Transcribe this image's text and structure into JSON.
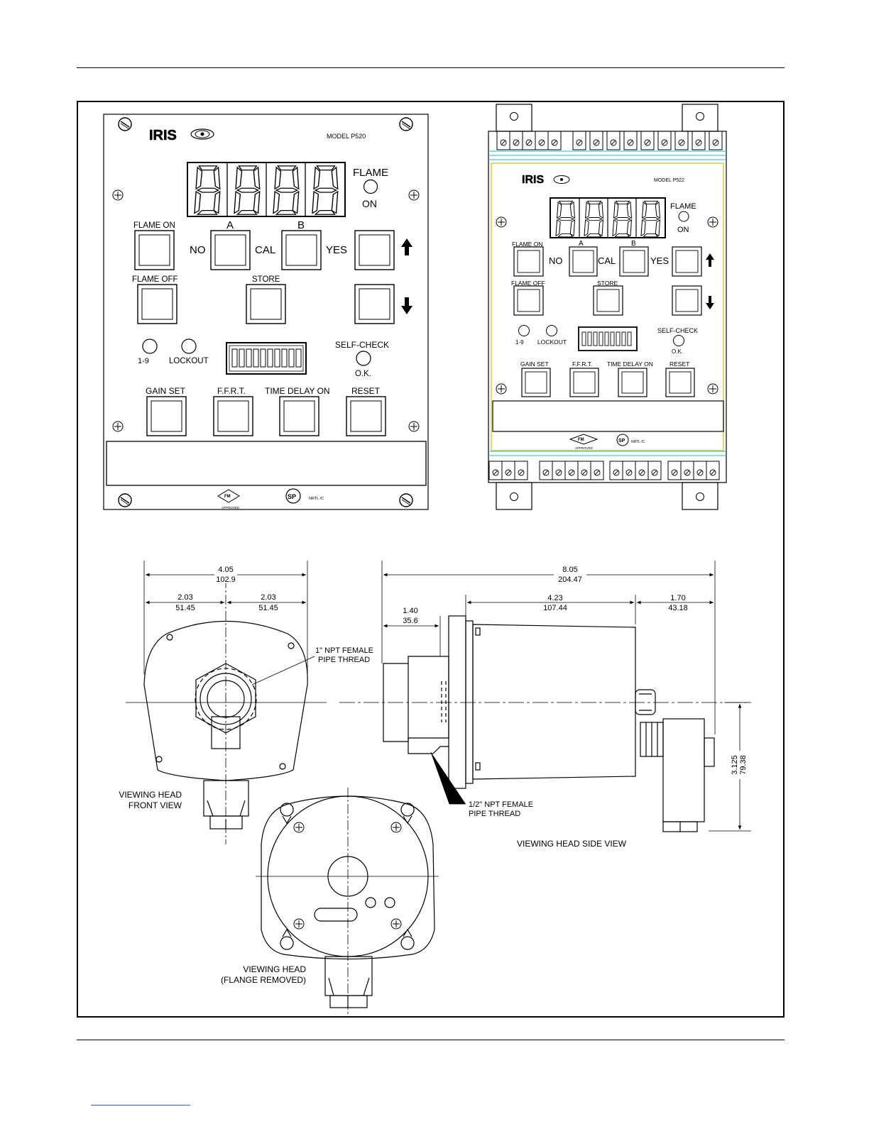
{
  "p520": {
    "brand": "IRIS",
    "model": "MODEL P520",
    "flame": "FLAME",
    "on": "ON",
    "flame_on": "FLAME ON",
    "a": "A",
    "b": "B",
    "no": "NO",
    "cal": "CAL",
    "yes": "YES",
    "flame_off": "FLAME OFF",
    "store": "STORE",
    "one_nine": "1-9",
    "lockout": "LOCKOUT",
    "self_check": "SELF-CHECK",
    "ok": "O.K.",
    "gain_set": "GAIN SET",
    "ffrt": "F.F.R.T.",
    "time_delay_on": "TIME DELAY ON",
    "reset": "RESET",
    "approved": "APPROVED",
    "nrtl": "NRTL /C"
  },
  "p522": {
    "brand": "IRIS",
    "model": "MODEL P522",
    "flame": "FLAME",
    "on": "ON",
    "flame_on": "FLAME ON",
    "a": "A",
    "b": "B",
    "no": "NO",
    "cal": "CAL",
    "yes": "YES",
    "flame_off": "FLAME OFF",
    "store": "STORE",
    "one_nine": "1-9",
    "lockout": "LOCKOUT",
    "self_check": "SELF-CHECK",
    "ok": "O.K.",
    "gain_set": "GAIN SET",
    "ffrt": "F.F.R.T.",
    "time_delay_on": "TIME DELAY ON",
    "reset": "RESET",
    "approved": "APPROVED",
    "nrtl": "NRTL /C"
  },
  "dimensions": {
    "overall_width_in": "4.05",
    "overall_width_mm": "102.9",
    "half_left_in": "2.03",
    "half_left_mm": "51.45",
    "half_right_in": "2.03",
    "half_right_mm": "51.45",
    "side_length_in": "8.05",
    "side_length_mm": "204.47",
    "body_length_in": "4.23",
    "body_length_mm": "107.44",
    "connector_in": "1.70",
    "connector_mm": "43.18",
    "nose_in": "1.40",
    "nose_mm": "35.6",
    "height_in": "3.125",
    "height_mm": "79.38"
  },
  "notes": {
    "npt1_line1": "1\" NPT FEMALE",
    "npt1_line2": "PIPE THREAD",
    "npt2_line1": "1/2\" NPT FEMALE",
    "npt2_line2": "PIPE THREAD",
    "front_line1": "VIEWING HEAD",
    "front_line2": "FRONT VIEW",
    "side_view": "VIEWING HEAD SIDE VIEW",
    "flange_line1": "VIEWING HEAD",
    "flange_line2": "(FLANGE REMOVED)"
  }
}
